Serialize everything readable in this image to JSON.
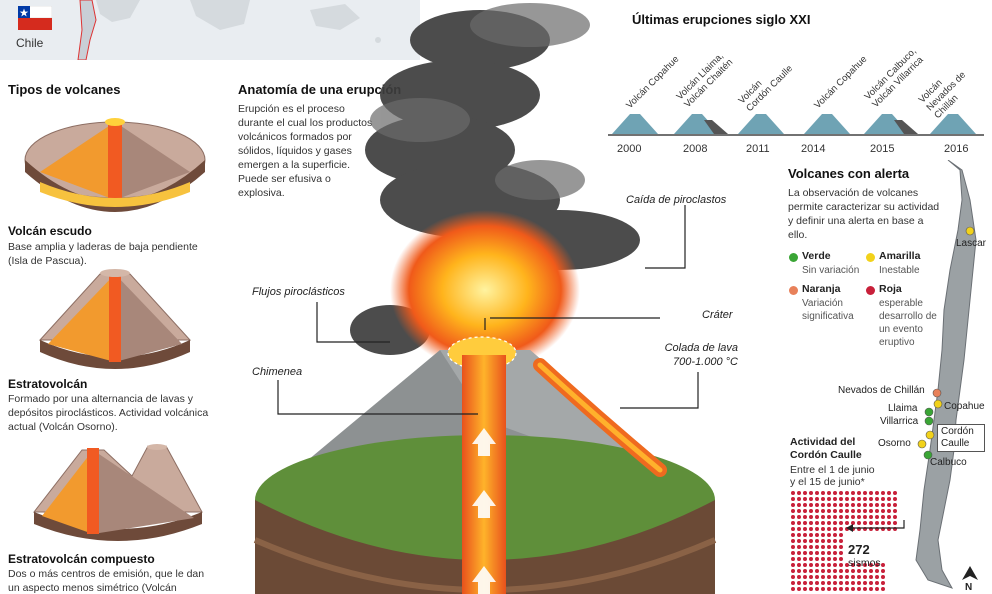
{
  "header": {
    "country": "Chile"
  },
  "types": {
    "title": "Tipos de volcanes",
    "items": [
      {
        "name": "Volcán escudo",
        "desc": "Base amplia y laderas de baja pendiente (Isla de Pascua)."
      },
      {
        "name": "Estratovolcán",
        "desc": "Formado por una alternancia de lavas y depósitos piroclásticos. Actividad volcánica actual (Volcán Osorno)."
      },
      {
        "name": "Estratovolcán compuesto",
        "desc": "Dos o más centros de emisión, que le dan un aspecto menos simétrico (Volcán"
      }
    ]
  },
  "anatomy": {
    "title": "Anatomía de una erupción",
    "desc": "Erupción es el proceso durante el cual los productos volcánicos formados por sólidos, líquidos y gases emergen a la superficie. Puede ser efusiva o explosiva.",
    "callouts": {
      "pyroclast_fall": "Caída de piroclastos",
      "pyroclastic_flows": "Flujos piroclásticos",
      "crater": "Cráter",
      "lava_flow": "Colada de lava",
      "lava_temp": "700-1.000 °C",
      "chimney": "Chimenea"
    }
  },
  "timeline": {
    "title": "Últimas erupciones siglo XXI",
    "events": [
      {
        "label": "Volcán Copahue",
        "year": "2000"
      },
      {
        "label": "Volcán Llaima, Volcán Chaitén",
        "year": "2008"
      },
      {
        "label": "Volcán Cordón Caulle",
        "year": "2011"
      },
      {
        "label": "Volcán Copahue",
        "year": "2014"
      },
      {
        "label": "Volcán Calbuco, Volcán Villarrica",
        "year": "2015"
      },
      {
        "label": "Volcán Nevados de Chillán",
        "year": "2016"
      }
    ]
  },
  "alerts": {
    "title": "Volcanes con alerta",
    "desc": "La observación de volcanes permite caracterizar su actividad y definir una alerta en base a ello.",
    "levels": [
      {
        "name": "Verde",
        "desc": "Sin variación",
        "color": "#3aa535"
      },
      {
        "name": "Amarilla",
        "desc": "Inestable",
        "color": "#f2d21b"
      },
      {
        "name": "Naranja",
        "desc": "Variación significativa",
        "color": "#e8815a"
      },
      {
        "name": "Roja",
        "desc": "esperable desarrollo de un evento eruptivo",
        "color": "#c8203a"
      }
    ]
  },
  "map": {
    "labels": {
      "lascar": "Lascar",
      "nevados": "Nevados de Chillán",
      "llaima": "Llaima",
      "copahue": "Copahue",
      "villarrica": "Villarrica",
      "cordon": "Cordón Caulle",
      "osorno": "Osorno",
      "calbuco": "Calbuco",
      "north": "N"
    }
  },
  "activity": {
    "title": "Actividad del Cordón Caulle",
    "desc": "Entre el 1 de junio y el 15 de junio*",
    "count": "272",
    "unit": "sismos"
  }
}
